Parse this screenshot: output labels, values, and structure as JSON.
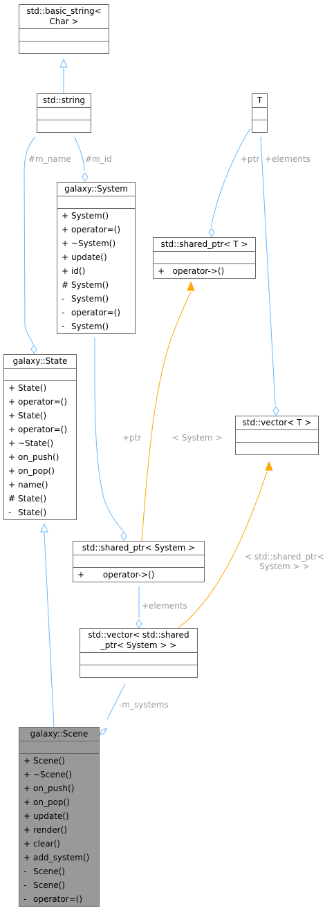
{
  "classes": {
    "basic_string": {
      "title": "std::basic_string<\nChar >",
      "attributes": [],
      "methods": []
    },
    "string": {
      "title": "std::string",
      "attributes": [],
      "methods": []
    },
    "T": {
      "title": "T",
      "attributes": [],
      "methods": []
    },
    "system": {
      "title": "galaxy::System",
      "attributes": [],
      "methods": [
        {
          "vis": "+",
          "name": "System()"
        },
        {
          "vis": "+",
          "name": "operator=()"
        },
        {
          "vis": "+",
          "name": "~System()"
        },
        {
          "vis": "+",
          "name": "update()"
        },
        {
          "vis": "+",
          "name": "id()"
        },
        {
          "vis": "#",
          "name": "System()"
        },
        {
          "vis": "-",
          "name": "System()"
        },
        {
          "vis": "-",
          "name": "operator=()"
        },
        {
          "vis": "-",
          "name": "System()"
        }
      ]
    },
    "shared_ptr_T": {
      "title": "std::shared_ptr< T >",
      "attributes": [],
      "methods": [
        {
          "vis": "+",
          "name": "  operator->()"
        }
      ]
    },
    "state": {
      "title": "galaxy::State",
      "attributes": [],
      "methods": [
        {
          "vis": "+",
          "name": "State()"
        },
        {
          "vis": "+",
          "name": "operator=()"
        },
        {
          "vis": "+",
          "name": "State()"
        },
        {
          "vis": "+",
          "name": "operator=()"
        },
        {
          "vis": "+",
          "name": "~State()"
        },
        {
          "vis": "+",
          "name": "on_push()"
        },
        {
          "vis": "+",
          "name": "on_pop()"
        },
        {
          "vis": "+",
          "name": "name()"
        },
        {
          "vis": "#",
          "name": "State()"
        },
        {
          "vis": "-",
          "name": "State()"
        }
      ]
    },
    "vector_T": {
      "title": "std::vector< T >",
      "attributes": [],
      "methods": []
    },
    "shared_ptr_system": {
      "title": "std::shared_ptr< System >",
      "attributes": [],
      "methods": [
        {
          "vis": "+",
          "name": "      operator->()"
        }
      ]
    },
    "vector_shared": {
      "title": "std::vector< std::shared\n_ptr< System > >",
      "attributes": [],
      "methods": []
    },
    "scene": {
      "title": "galaxy::Scene",
      "attributes": [],
      "methods": [
        {
          "vis": "+",
          "name": "Scene()"
        },
        {
          "vis": "+",
          "name": "~Scene()"
        },
        {
          "vis": "+",
          "name": "on_push()"
        },
        {
          "vis": "+",
          "name": "on_pop()"
        },
        {
          "vis": "+",
          "name": "update()"
        },
        {
          "vis": "+",
          "name": "render()"
        },
        {
          "vis": "+",
          "name": "clear()"
        },
        {
          "vis": "+",
          "name": "add_system()"
        },
        {
          "vis": "-",
          "name": "Scene()"
        },
        {
          "vis": "-",
          "name": "Scene()"
        },
        {
          "vis": "-",
          "name": "operator=()"
        }
      ]
    }
  },
  "edge_labels": {
    "m_name": "#m_name",
    "m_id": "#m_id",
    "ptr_t": "+ptr",
    "elements_t": "+elements",
    "ptr_sys": "+ptr",
    "system_tmpl": "< System >",
    "elements_sys": "+elements",
    "shared_tmpl": "< std::shared_ptr<\nSystem > >",
    "m_systems": "-m_systems"
  },
  "colors": {
    "association": "#63b8ff",
    "template": "#ffa500",
    "border": "#666666",
    "highlight": "#999999",
    "label": "#9a9a9a"
  }
}
